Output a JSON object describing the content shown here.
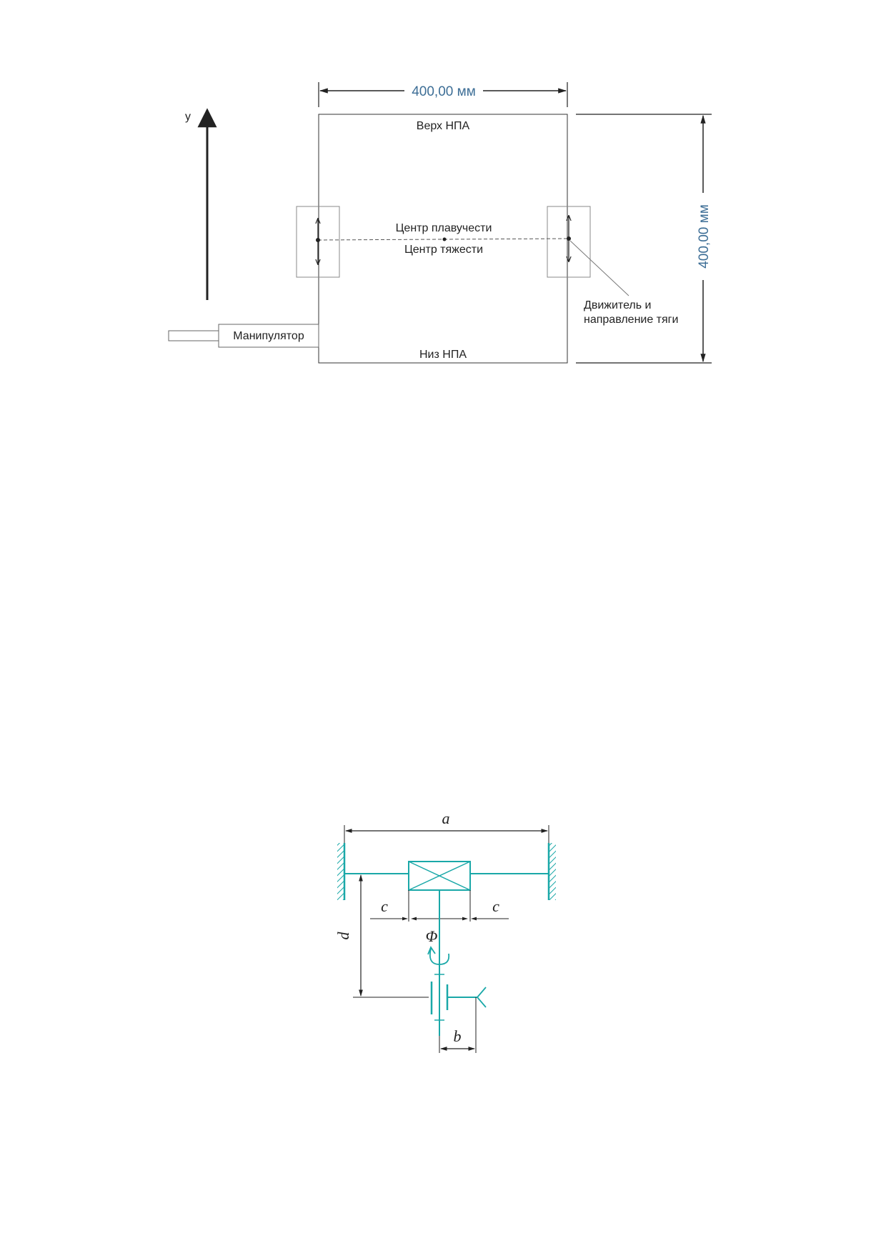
{
  "figure1": {
    "axis_label": "y",
    "width_dim": "400,00 мм",
    "height_dim": "400,00 мм",
    "top_label": "Верх НПА",
    "bottom_label": "Низ НПА",
    "buoyancy_label": "Центр плавучести",
    "gravity_label": "Центр тяжести",
    "thruster_label_line1": "Движитель и",
    "thruster_label_line2": "направление тяги",
    "manipulator_label": "Манипулятор"
  },
  "figure2": {
    "label_a": "a",
    "label_c_left": "c",
    "label_c_right": "c",
    "label_d": "d",
    "label_phi": "Φ",
    "label_b": "b",
    "accent_color": "#1aa8a8",
    "line_color": "#222222"
  }
}
